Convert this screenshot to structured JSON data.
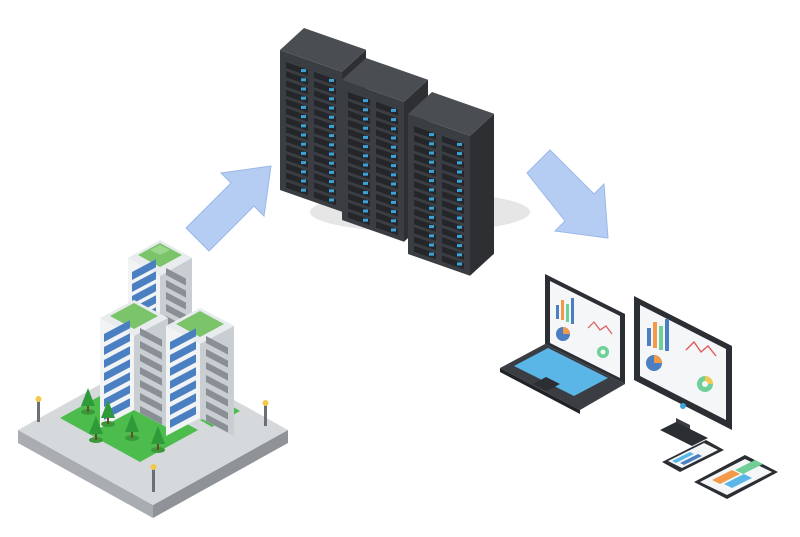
{
  "diagram": {
    "nodes": [
      {
        "id": "office-campus",
        "icon": "office-buildings-icon"
      },
      {
        "id": "data-center",
        "icon": "server-racks-icon"
      },
      {
        "id": "client-devices",
        "icon": "devices-icon"
      }
    ],
    "edges": [
      {
        "from": "office-campus",
        "to": "data-center"
      },
      {
        "from": "data-center",
        "to": "client-devices"
      }
    ]
  },
  "colors": {
    "arrow_fill": "#b5cdf2",
    "arrow_stroke": "#9bb8ea",
    "server_dark": "#2d2f32",
    "server_mid": "#3a3d41",
    "server_light": "#4a4e53",
    "led_blue": "#3aa3d8",
    "building_white": "#e9ecef",
    "window_blue": "#4a7fc1",
    "roof_green": "#7bc46a",
    "grass_green": "#4cbc4c",
    "tree_green": "#2e9a3a",
    "plaza_gray": "#d6d9dc",
    "device_dark": "#2b2e33",
    "screen_white": "#f4f6f8"
  }
}
